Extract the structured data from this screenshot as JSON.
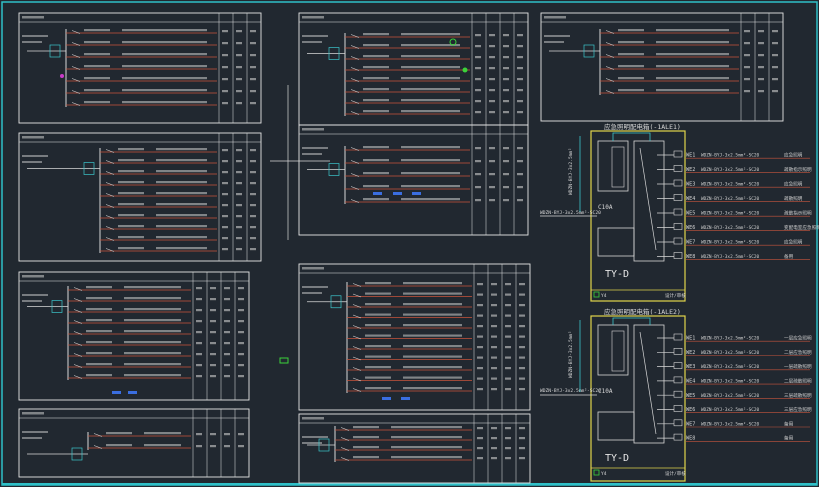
{
  "colors": {
    "background": "#212830",
    "frame": "#2fc0c8",
    "panel_line": "#e6e6e6",
    "wire_red": "#c8553d",
    "wire_white": "#d8d8d8",
    "label_white": "#cfcfcf",
    "yellow": "#e0d44a",
    "cyan": "#3cc6cc",
    "green": "#3ad23a",
    "blue": "#3a6ee0",
    "magenta": "#c83ac8"
  },
  "cabinet_top": {
    "title": "应急照明配电箱(-1ALE1)",
    "model": "TY-D",
    "breaker": "C10A",
    "feeder": "WDZN-BYJ-3x2.5mm²-SC20",
    "riser": "WDZN-BYJ-3x2.5mm²",
    "circuits": [
      {
        "id": "WE1",
        "cable": "WDZN-BYJ-3x2.5mm²-SC20",
        "label": "应急照明"
      },
      {
        "id": "WE2",
        "cable": "WDZN-BYJ-3x2.5mm²-SC20",
        "label": "疏散指示照明"
      },
      {
        "id": "WE3",
        "cable": "WDZN-BYJ-3x2.5mm²-SC20",
        "label": "应急照明"
      },
      {
        "id": "WE4",
        "cable": "WDZN-BYJ-3x2.5mm²-SC20",
        "label": "疏散照明"
      },
      {
        "id": "WE5",
        "cable": "WDZN-BYJ-3x2.5mm²-SC20",
        "label": "疏散指示照明"
      },
      {
        "id": "WE6",
        "cable": "WDZN-BYJ-3x2.5mm²-SC20",
        "label": "变配电室应急照明"
      },
      {
        "id": "WE7",
        "cable": "WDZN-BYJ-3x2.5mm²-SC20",
        "label": "应急照明"
      },
      {
        "id": "WE8",
        "cable": "WDZN-BYJ-3x2.5mm²-SC20",
        "label": "备用"
      }
    ],
    "footer_left": "Y4",
    "footer_right": "设计/审核"
  },
  "cabinet_bottom": {
    "title": "应急照明配电箱(-1ALE2)",
    "model": "TY-D",
    "breaker": "C10A",
    "feeder": "WDZN-BYJ-3x2.5mm²-SC20",
    "riser": "WDZN-BYJ-3x2.5mm²",
    "circuits": [
      {
        "id": "WE1",
        "cable": "WDZN-BYJ-3x2.5mm²-SC20",
        "label": "一层应急照明"
      },
      {
        "id": "WE2",
        "cable": "WDZN-BYJ-3x2.5mm²-SC20",
        "label": "二层应急照明"
      },
      {
        "id": "WE3",
        "cable": "WDZN-BYJ-3x2.5mm²-SC20",
        "label": "一层疏散照明"
      },
      {
        "id": "WE4",
        "cable": "WDZN-BYJ-3x2.5mm²-SC20",
        "label": "二层疏散照明"
      },
      {
        "id": "WE5",
        "cable": "WDZN-BYJ-3x2.5mm²-SC20",
        "label": "三层疏散照明"
      },
      {
        "id": "WE6",
        "cable": "WDZN-BYJ-3x2.5mm²-SC20",
        "label": "三层应急照明"
      },
      {
        "id": "WE7",
        "cable": "WDZN-BYJ-3x2.5mm²-SC20",
        "label": "备用"
      },
      {
        "id": "WE8",
        "cable": "",
        "label": "备用"
      }
    ],
    "footer_left": "Y4",
    "footer_right": "设计/审核"
  }
}
